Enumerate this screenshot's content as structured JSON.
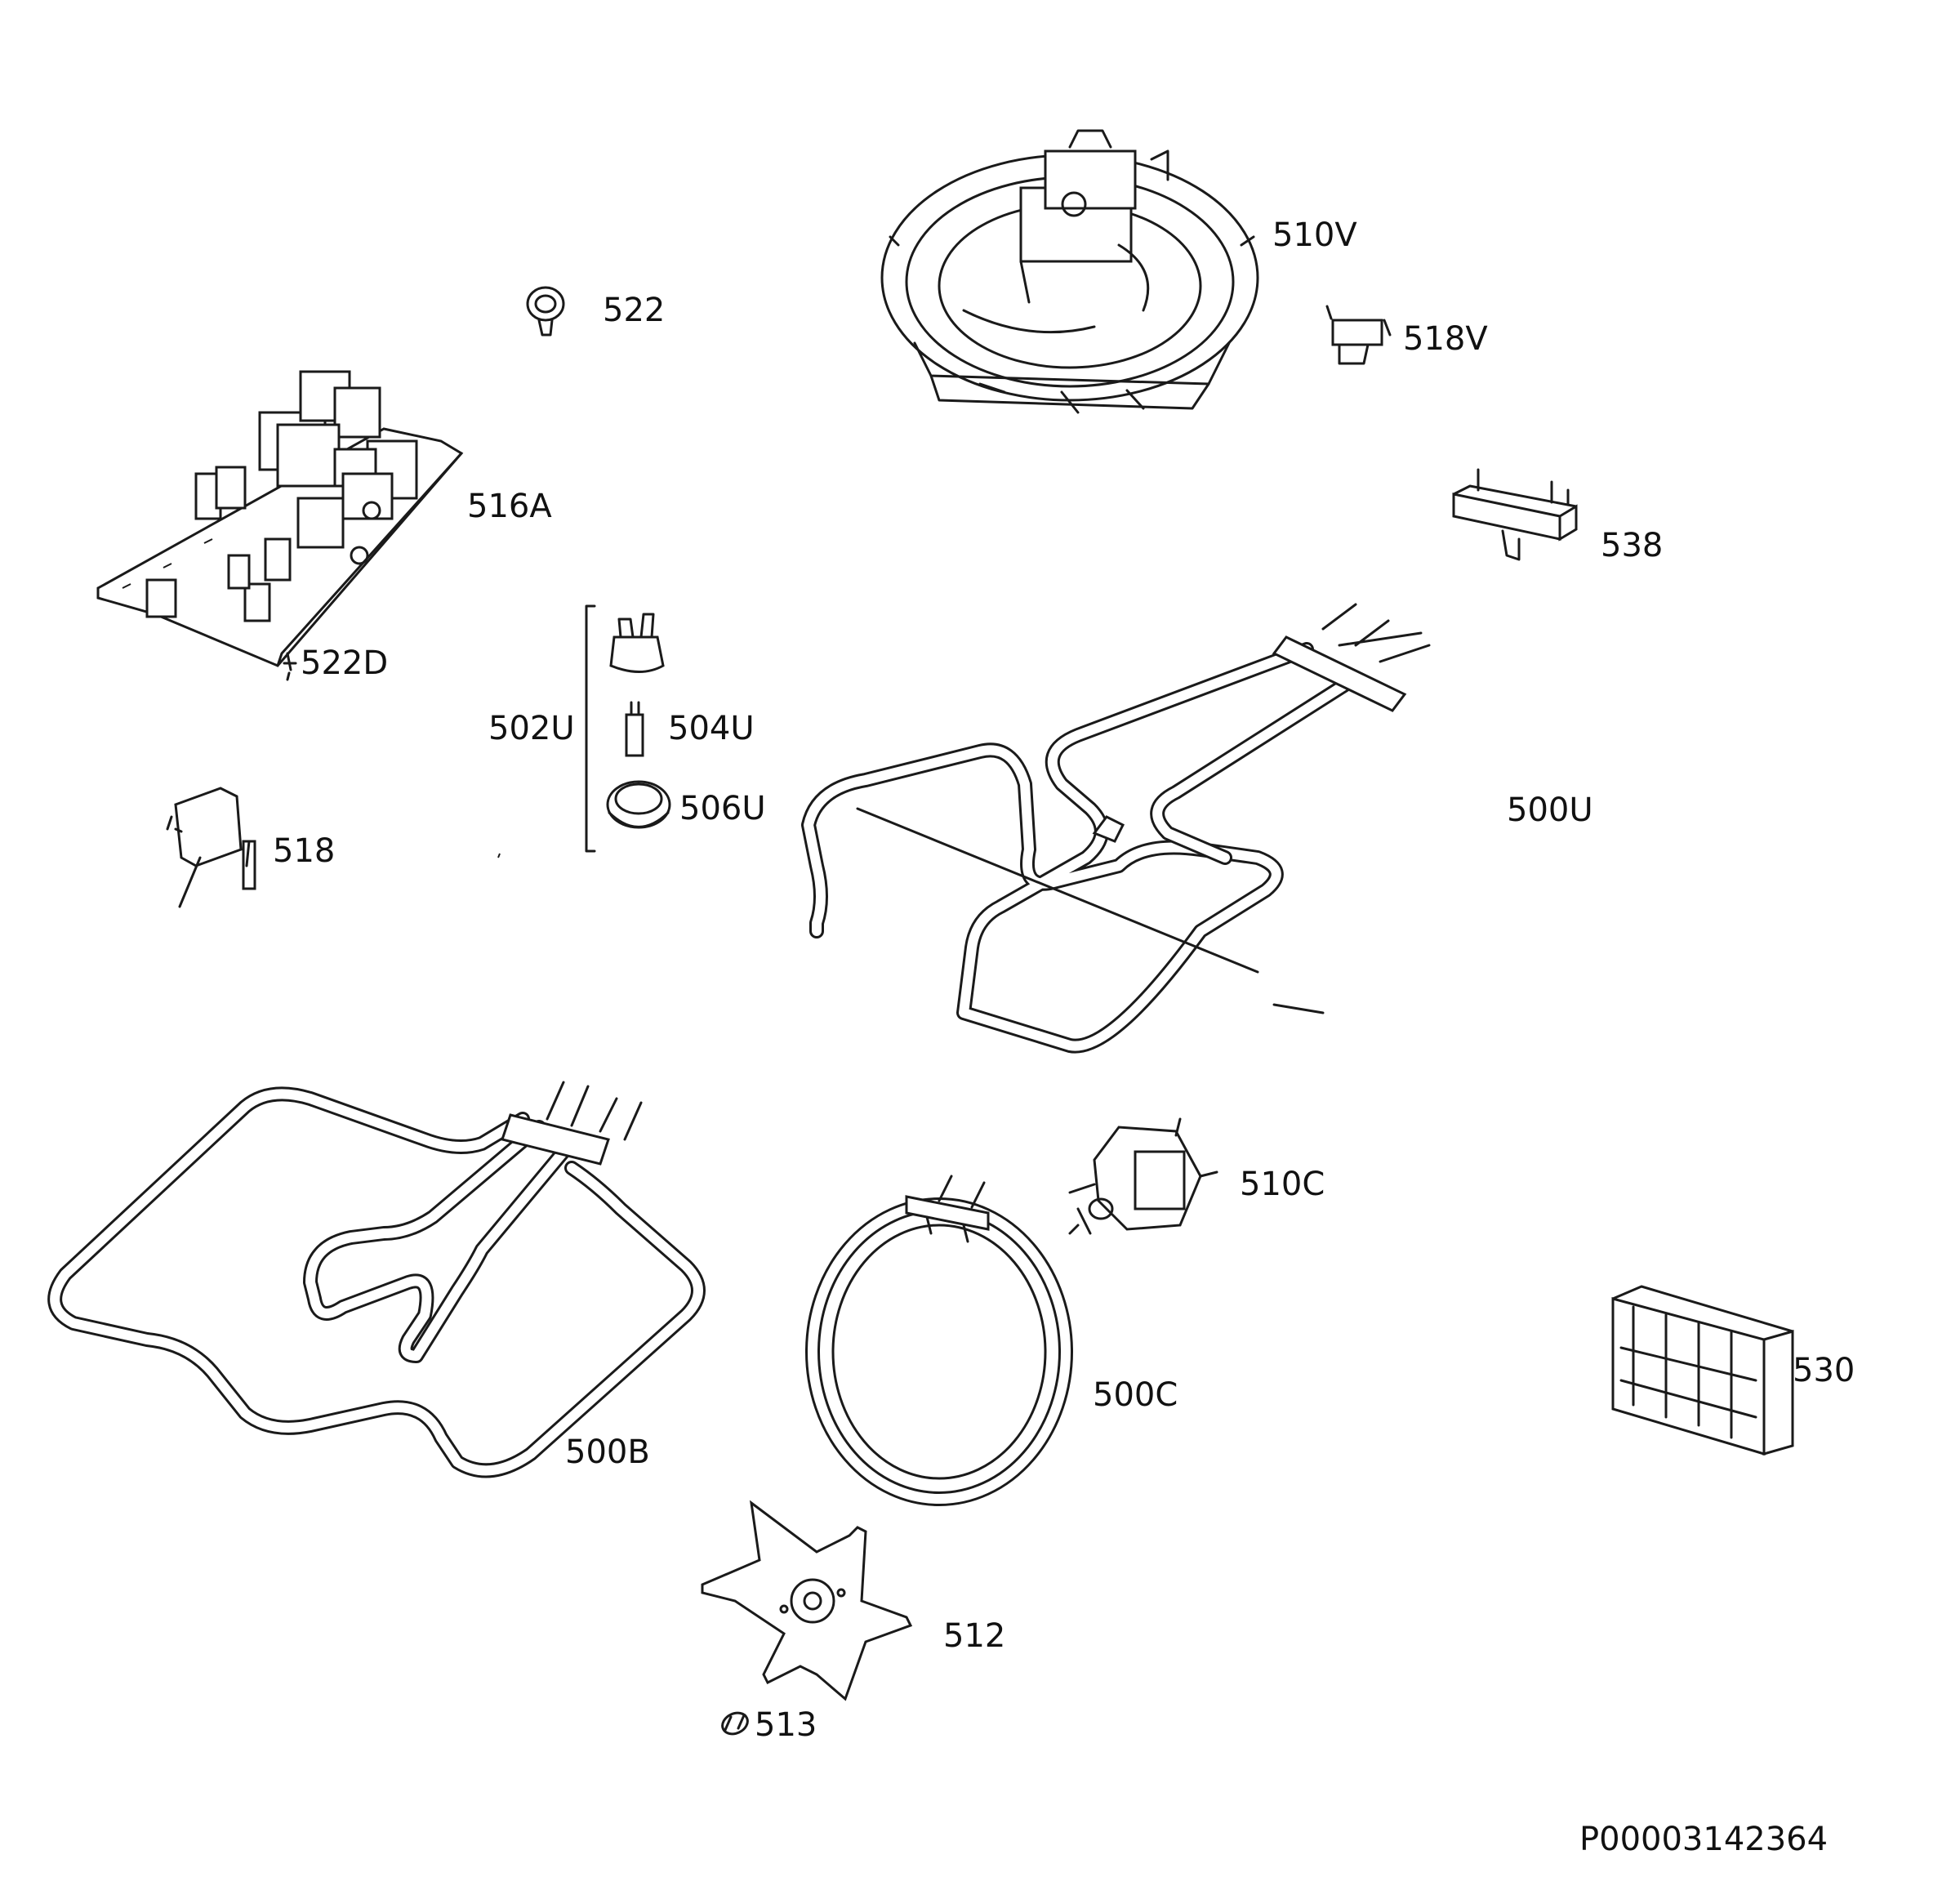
{
  "labels": {
    "p510V": "510V",
    "p522": "522",
    "p518V": "518V",
    "p516A": "516A",
    "p538": "538",
    "p522D": "522D",
    "p502U": "502U",
    "p504U": "504U",
    "p506U": "506U",
    "p500U": "500U",
    "p518": "518",
    "p510C": "510C",
    "p500C": "500C",
    "p530": "530",
    "p500B": "500B",
    "p512": "512",
    "p513": "513"
  },
  "document_id": "P00003142364"
}
